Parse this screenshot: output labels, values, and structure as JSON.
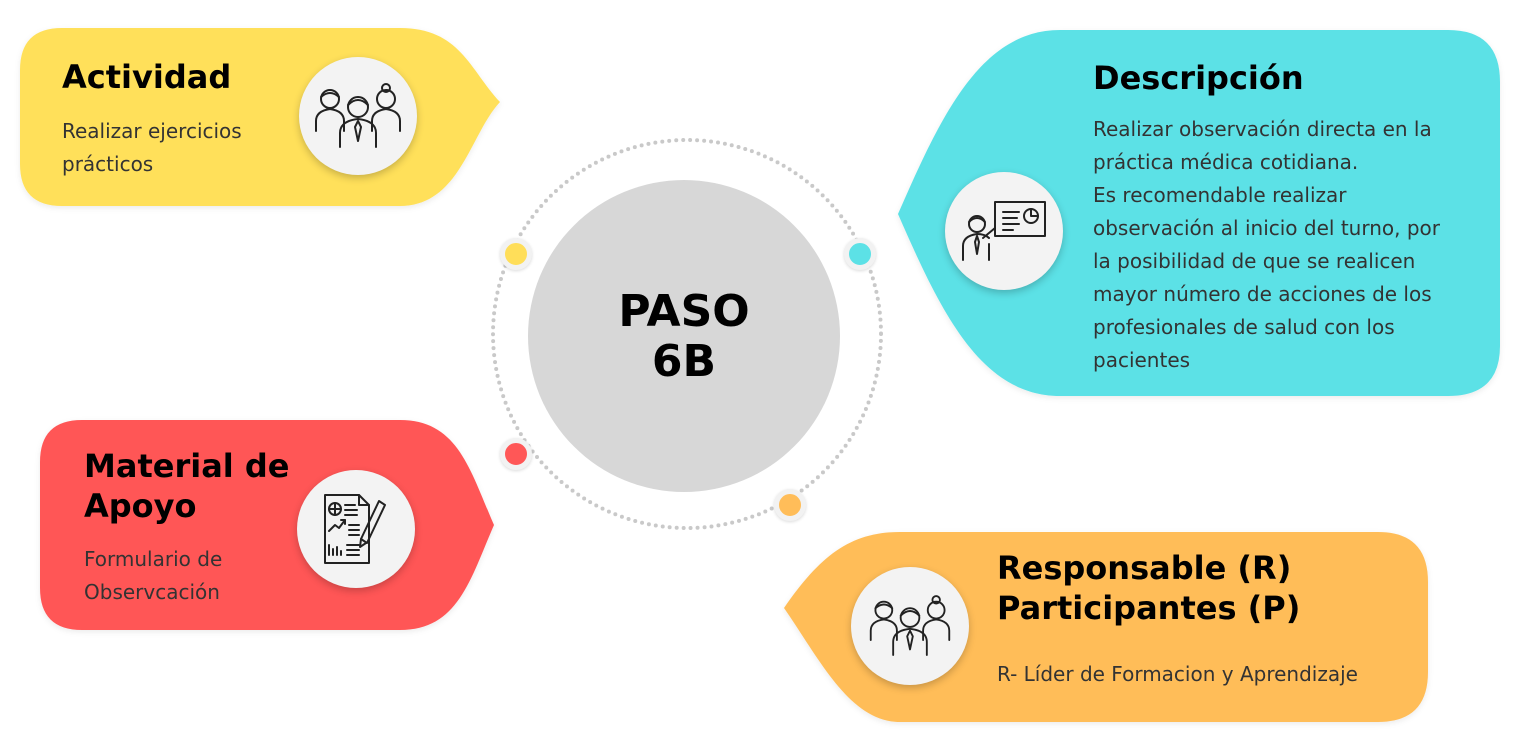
{
  "center": {
    "lines": [
      "PASO",
      "6B"
    ]
  },
  "actividad": {
    "title": "Actividad",
    "body": [
      "Realizar ejercicios",
      "prácticos"
    ],
    "color": "#FFE05A",
    "icon": "group-people-icon"
  },
  "descripcion": {
    "title": "Descripción",
    "body": [
      "Realizar observación directa en la",
      "práctica médica cotidiana.",
      "Es recomendable realizar",
      "observación al inicio del turno,  por",
      "la posibilidad de que se realicen",
      "mayor número de  acciones  de los",
      "profesionales de salud con los",
      "pacientes"
    ],
    "color": "#5CE1E6",
    "icon": "presentation-board-icon"
  },
  "material": {
    "title_lines": [
      "Material de",
      "Apoyo"
    ],
    "body": [
      "Formulario de",
      "Observcación"
    ],
    "color": "#FF5757",
    "icon": "report-document-icon"
  },
  "responsable": {
    "title_lines": [
      "Responsable (R)",
      "Participantes (P)"
    ],
    "body": [
      "R- Líder de  Formacion y Aprendizaje"
    ],
    "color": "#FFBD59",
    "icon": "group-people-icon"
  },
  "connector_nodes": [
    {
      "name": "yellow",
      "color": "#FFDE59"
    },
    {
      "name": "cyan",
      "color": "#5CE1E6"
    },
    {
      "name": "red",
      "color": "#FF5757"
    },
    {
      "name": "orange",
      "color": "#FFBD59"
    }
  ]
}
